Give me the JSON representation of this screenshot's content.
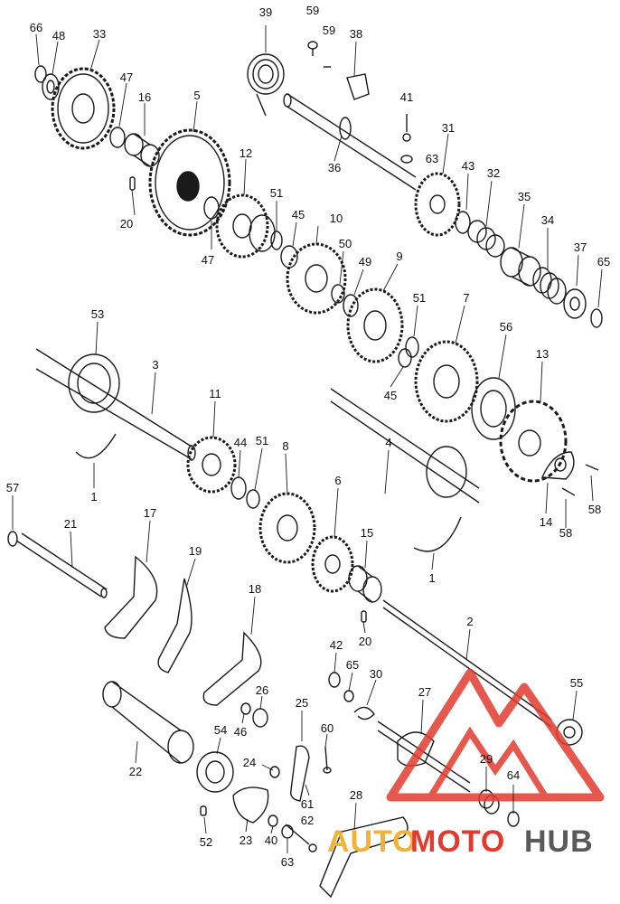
{
  "watermark": {
    "auto": "AUTO",
    "moto": "MOTO",
    "hub": "HUB"
  },
  "colors": {
    "ink": "#1a1a1a",
    "watermark_red": "#e23a2e",
    "watermark_orange": "#f2b233",
    "watermark_grey": "#5a5a5a"
  },
  "labels": {
    "p1a": "1",
    "p1b": "1",
    "p2": "2",
    "p3": "3",
    "p4": "4",
    "p5": "5",
    "p6": "6",
    "p7": "7",
    "p8": "8",
    "p9": "9",
    "p10": "10",
    "p11": "11",
    "p12": "12",
    "p13": "13",
    "p14": "14",
    "p15": "15",
    "p16": "16",
    "p17": "17",
    "p18": "18",
    "p19": "19",
    "p20a": "20",
    "p20b": "20",
    "p21": "21",
    "p22": "22",
    "p23": "23",
    "p24": "24",
    "p25": "25",
    "p26": "26",
    "p27": "27",
    "p28": "28",
    "p29": "29",
    "p30": "30",
    "p31": "31",
    "p32": "32",
    "p33": "33",
    "p34": "34",
    "p35": "35",
    "p36": "36",
    "p37": "37",
    "p38": "38",
    "p39": "39",
    "p40": "40",
    "p41": "41",
    "p42": "42",
    "p43": "43",
    "p44": "44",
    "p45a": "45",
    "p45b": "45",
    "p46": "46",
    "p47a": "47",
    "p47b": "47",
    "p48": "48",
    "p49": "49",
    "p50": "50",
    "p51a": "51",
    "p51b": "51",
    "p51c": "51",
    "p52": "52",
    "p53": "53",
    "p54": "54",
    "p55": "55",
    "p56": "56",
    "p57": "57",
    "p58a": "58",
    "p58b": "58",
    "p59a": "59",
    "p59b": "59",
    "p60": "60",
    "p61": "61",
    "p62": "62",
    "p63a": "63",
    "p63b": "63",
    "p64": "64",
    "p65a": "65",
    "p65b": "65",
    "p66": "66"
  }
}
